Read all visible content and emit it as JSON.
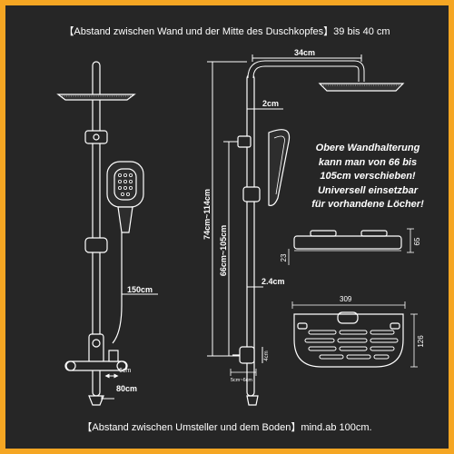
{
  "header": {
    "caption": "【Abstand zwischen Wand und der Mitte des Duschkopfes】39 bis 40 cm"
  },
  "footer": {
    "caption": "【Abstand zwischen Umsteller und dem Boden】mind.ab 100cm."
  },
  "note": {
    "lines": [
      "Obere Wandhalterung",
      "kann man von 66 bis",
      "105cm verschieben!",
      "Universell einsetzbar",
      "für vorhandene Löcher!"
    ]
  },
  "dimensions": {
    "head_reach": "34cm",
    "pipe_offset": "2cm",
    "height_total": "74cm~114cm",
    "bracket_range": "66cm~105cm",
    "wall_gap": "2.4cm",
    "hose_length": "150cm",
    "small_6": "6cm",
    "rail_80": "80cm",
    "small_4": "4cm",
    "spacing_5_6": "5cm~6cm"
  },
  "shelf": {
    "width_309": "309",
    "height_65": "65",
    "depth_23": "23",
    "depth_126": "126"
  },
  "colors": {
    "frame": "#f5a623",
    "background": "#262626",
    "line": "#ffffff"
  }
}
